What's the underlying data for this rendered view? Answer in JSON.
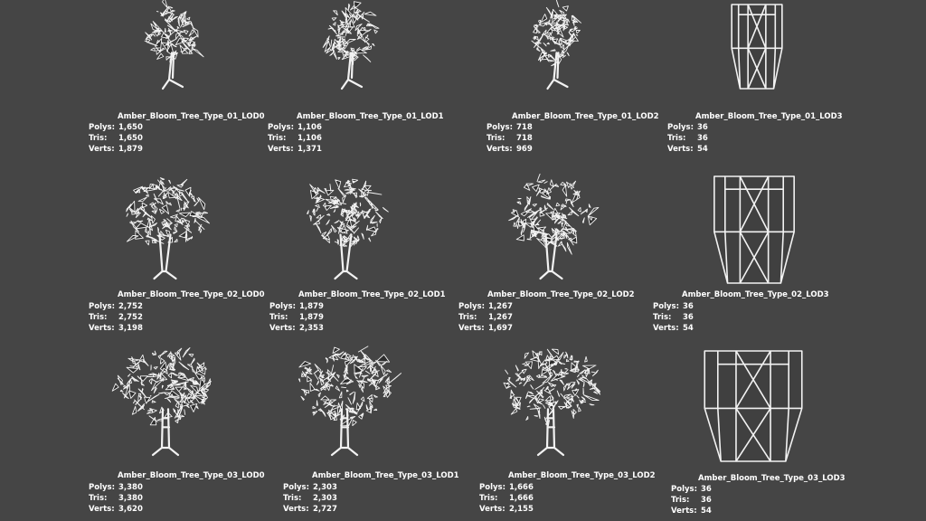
{
  "background": "#454545",
  "stat_labels": {
    "polys": "Polys:",
    "tris": "Tris:",
    "verts": "Verts:"
  },
  "models": [
    {
      "name": "Amber_Bloom_Tree_Type_01_LOD0",
      "polys": "1,650",
      "tris": "1,650",
      "verts": "1,879",
      "kind": "tree"
    },
    {
      "name": "Amber_Bloom_Tree_Type_01_LOD1",
      "polys": "1,106",
      "tris": "1,106",
      "verts": "1,371",
      "kind": "tree"
    },
    {
      "name": "Amber_Bloom_Tree_Type_01_LOD2",
      "polys": "718",
      "tris": "718",
      "verts": "969",
      "kind": "tree"
    },
    {
      "name": "Amber_Bloom_Tree_Type_01_LOD3",
      "polys": "36",
      "tris": "36",
      "verts": "54",
      "kind": "billboard"
    },
    {
      "name": "Amber_Bloom_Tree_Type_02_LOD0",
      "polys": "2,752",
      "tris": "2,752",
      "verts": "3,198",
      "kind": "tree"
    },
    {
      "name": "Amber_Bloom_Tree_Type_02_LOD1",
      "polys": "1,879",
      "tris": "1,879",
      "verts": "2,353",
      "kind": "tree"
    },
    {
      "name": "Amber_Bloom_Tree_Type_02_LOD2",
      "polys": "1,267",
      "tris": "1,267",
      "verts": "1,697",
      "kind": "tree"
    },
    {
      "name": "Amber_Bloom_Tree_Type_02_LOD3",
      "polys": "36",
      "tris": "36",
      "verts": "54",
      "kind": "billboard"
    },
    {
      "name": "Amber_Bloom_Tree_Type_03_LOD0",
      "polys": "3,380",
      "tris": "3,380",
      "verts": "3,620",
      "kind": "tree"
    },
    {
      "name": "Amber_Bloom_Tree_Type_03_LOD1",
      "polys": "2,303",
      "tris": "2,303",
      "verts": "2,727",
      "kind": "tree"
    },
    {
      "name": "Amber_Bloom_Tree_Type_03_LOD2",
      "polys": "1,666",
      "tris": "1,666",
      "verts": "2,155",
      "kind": "tree"
    },
    {
      "name": "Amber_Bloom_Tree_Type_03_LOD3",
      "polys": "36",
      "tris": "36",
      "verts": "54",
      "kind": "billboard"
    }
  ]
}
